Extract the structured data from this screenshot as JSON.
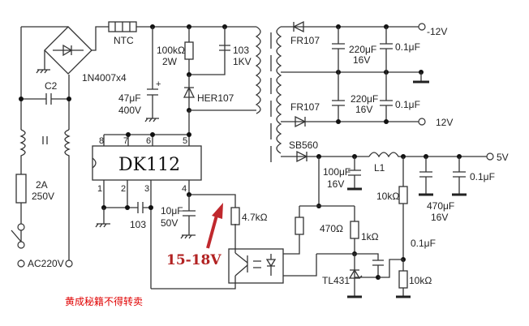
{
  "diagram": {
    "title": "DK112 switching power supply schematic",
    "ic_label": "DK112",
    "ic_pins": [
      "1",
      "2",
      "3",
      "4",
      "5",
      "6",
      "7",
      "8"
    ],
    "labels": {
      "ntc": "NTC",
      "bridge": "1N4007x4",
      "c2": "C2",
      "fuse_a": "2A",
      "fuse_v": "250V",
      "ac_input": "AC220V",
      "bulk_cap_c": "47μF",
      "bulk_cap_v": "400V",
      "snub_r": "100kΩ",
      "snub_r_w": "2W",
      "snub_c": "103",
      "snub_c_v": "1KV",
      "snub_d": "HER107",
      "pin3_cap": "103",
      "vcc_cap_c": "10μF",
      "vcc_cap_v": "50V",
      "opto_r": "4.7kΩ",
      "fr107_top": "FR107",
      "fr107_bot": "FR107",
      "cap220_top_c": "220μF",
      "cap220_top_v": "16V",
      "cap220_bot_c": "220μF",
      "cap220_bot_v": "16V",
      "cap01_top": "0.1μF",
      "cap01_bot": "0.1μF",
      "out_neg12": "-12V",
      "out_pos12": "12V",
      "sb560": "SB560",
      "cap100_c": "100μF",
      "cap100_v": "16V",
      "l1": "L1",
      "r10k_top": "10kΩ",
      "cap470_c": "470μF",
      "cap470_v": "16V",
      "cap01_5v": "0.1μF",
      "out_5v": "5V",
      "r470": "470Ω",
      "r1k": "1kΩ",
      "tl431": "TL431",
      "cap01_fb": "0.1μF",
      "r10k_bot": "10kΩ"
    },
    "annotation": "15-18V",
    "annotation_color": "#c0282d",
    "watermark": "黄成秘籍不得转卖",
    "watermark_color": "#e00000"
  }
}
